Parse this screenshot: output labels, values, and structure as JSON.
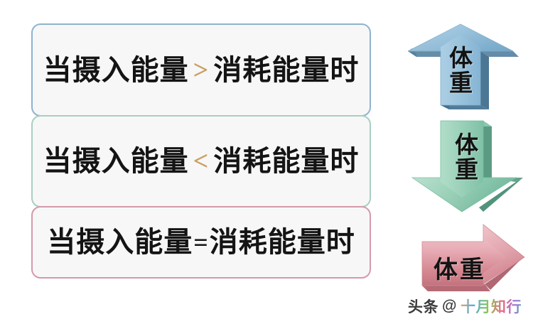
{
  "slide": {
    "background_color": "#ffffff",
    "title_text": "",
    "conditions": [
      {
        "id": "surplus",
        "prefix": "当摄入能量",
        "operator": ">",
        "operator_color": "#c9a063",
        "suffix": "消耗能量时",
        "full_text": "当摄入能量 > 消耗能量时",
        "border_color": "#8fb4cc",
        "fill_color": "#f7f7f8"
      },
      {
        "id": "deficit",
        "prefix": "当摄入能量",
        "operator": "<",
        "operator_color": "#c9a063",
        "suffix": "消耗能量时",
        "full_text": "当摄入能量 < 消耗能量时",
        "border_color": "#a9cfc0",
        "fill_color": "#f7f7f8"
      },
      {
        "id": "balance",
        "prefix": "当摄入能量",
        "operator": "=",
        "operator_color": "#141414",
        "suffix": "消耗能量时",
        "full_text": "当摄入能量=消耗能量时",
        "border_color": "#d49aaa",
        "fill_color": "#f7f7f8"
      }
    ],
    "outcomes": [
      {
        "id": "weight-up",
        "label": "体重",
        "direction": "up",
        "icon": "arrow-up-icon",
        "color_light": "#bcd9ec",
        "color_mid": "#8fc0dd",
        "color_dark": "#5e91b4",
        "color_side": "#4b7fa3"
      },
      {
        "id": "weight-down",
        "label": "体重",
        "direction": "down",
        "icon": "arrow-down-icon",
        "color_light": "#c9e6d8",
        "color_mid": "#8fcbb1",
        "color_dark": "#55a588",
        "color_side": "#46907a"
      },
      {
        "id": "weight-steady",
        "label": "体重",
        "direction": "right",
        "icon": "arrow-right-icon",
        "color_light": "#f0c2c8",
        "color_mid": "#e2a1ab",
        "color_dark": "#c4737f",
        "color_side": "#b26270"
      }
    ]
  },
  "watermark": {
    "platform": "头条",
    "at": "@",
    "author": "十月知行",
    "full_text": "头条 @十月知行"
  }
}
